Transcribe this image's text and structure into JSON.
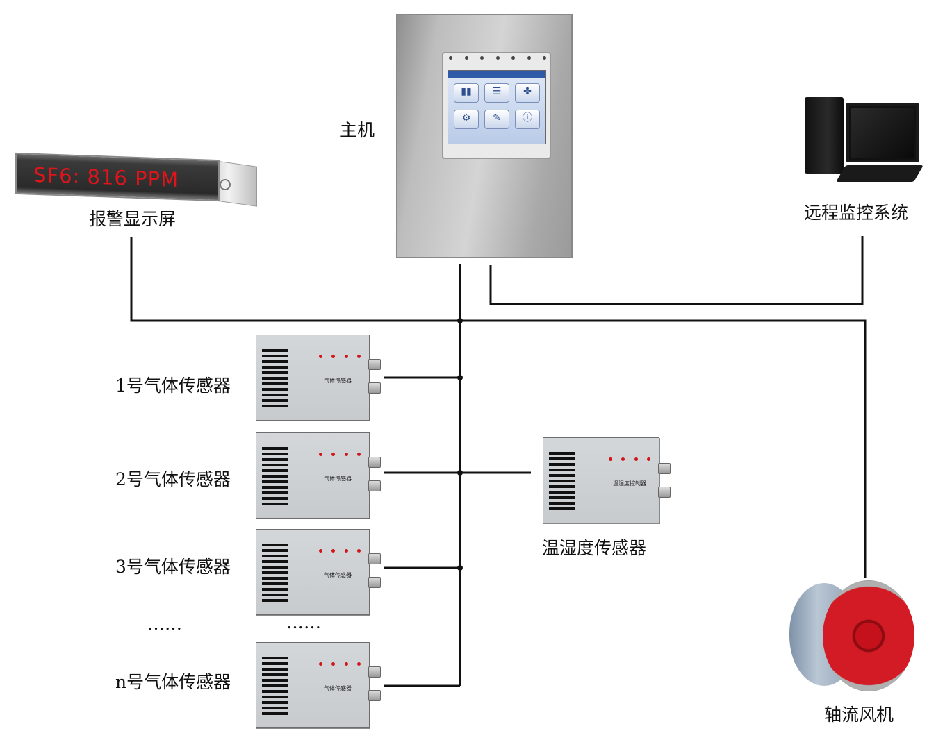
{
  "labels": {
    "host": "主机",
    "alarm_display": "报警显示屏",
    "remote_monitoring": "远程监控系统",
    "sensor_1": "1号气体传感器",
    "sensor_2": "2号气体传感器",
    "sensor_3": "3号气体传感器",
    "sensor_n": "n号气体传感器",
    "ellipsis_left": "……",
    "ellipsis_mid": "……",
    "temp_humidity_sensor": "温湿度传感器",
    "axial_fan": "轴流风机"
  },
  "led_display": {
    "text": "SF6:  816 PPM",
    "text_color": "#e0141b"
  },
  "device_plates": {
    "gas_sensor": "气体传感器",
    "th_sensor": "温湿度控制器"
  },
  "colors": {
    "wire": "#111111",
    "indicator_led": "#d0161b"
  }
}
